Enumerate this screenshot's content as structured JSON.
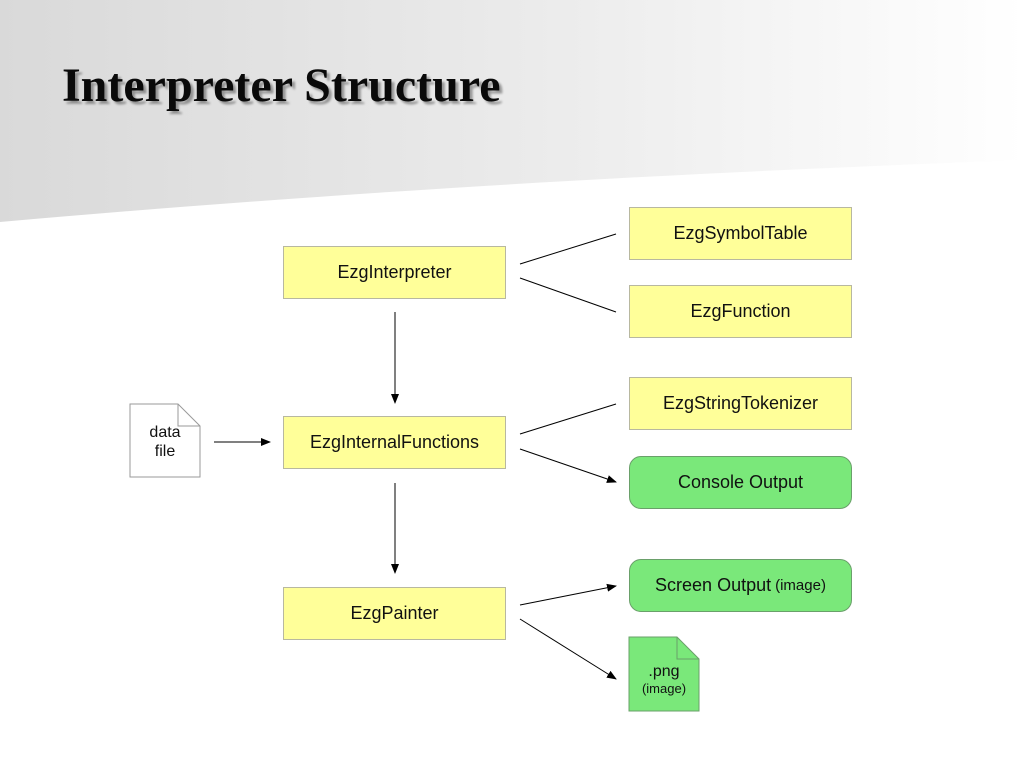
{
  "title": "Interpreter Structure",
  "nodes": {
    "interpreter": "EzgInterpreter",
    "symbol_table": "EzgSymbolTable",
    "function": "EzgFunction",
    "internal_functions": "EzgInternalFunctions",
    "string_tokenizer": "EzgStringTokenizer",
    "console_output": "Console Output",
    "painter": "EzgPainter",
    "screen_output": "Screen Output",
    "screen_output_note": "(image)",
    "data_file_line1": "data",
    "data_file_line2": "file",
    "png_line1": ".png",
    "png_line2": "(image)"
  },
  "colors": {
    "class_box": "#ffff99",
    "output_box": "#7ae87a"
  }
}
